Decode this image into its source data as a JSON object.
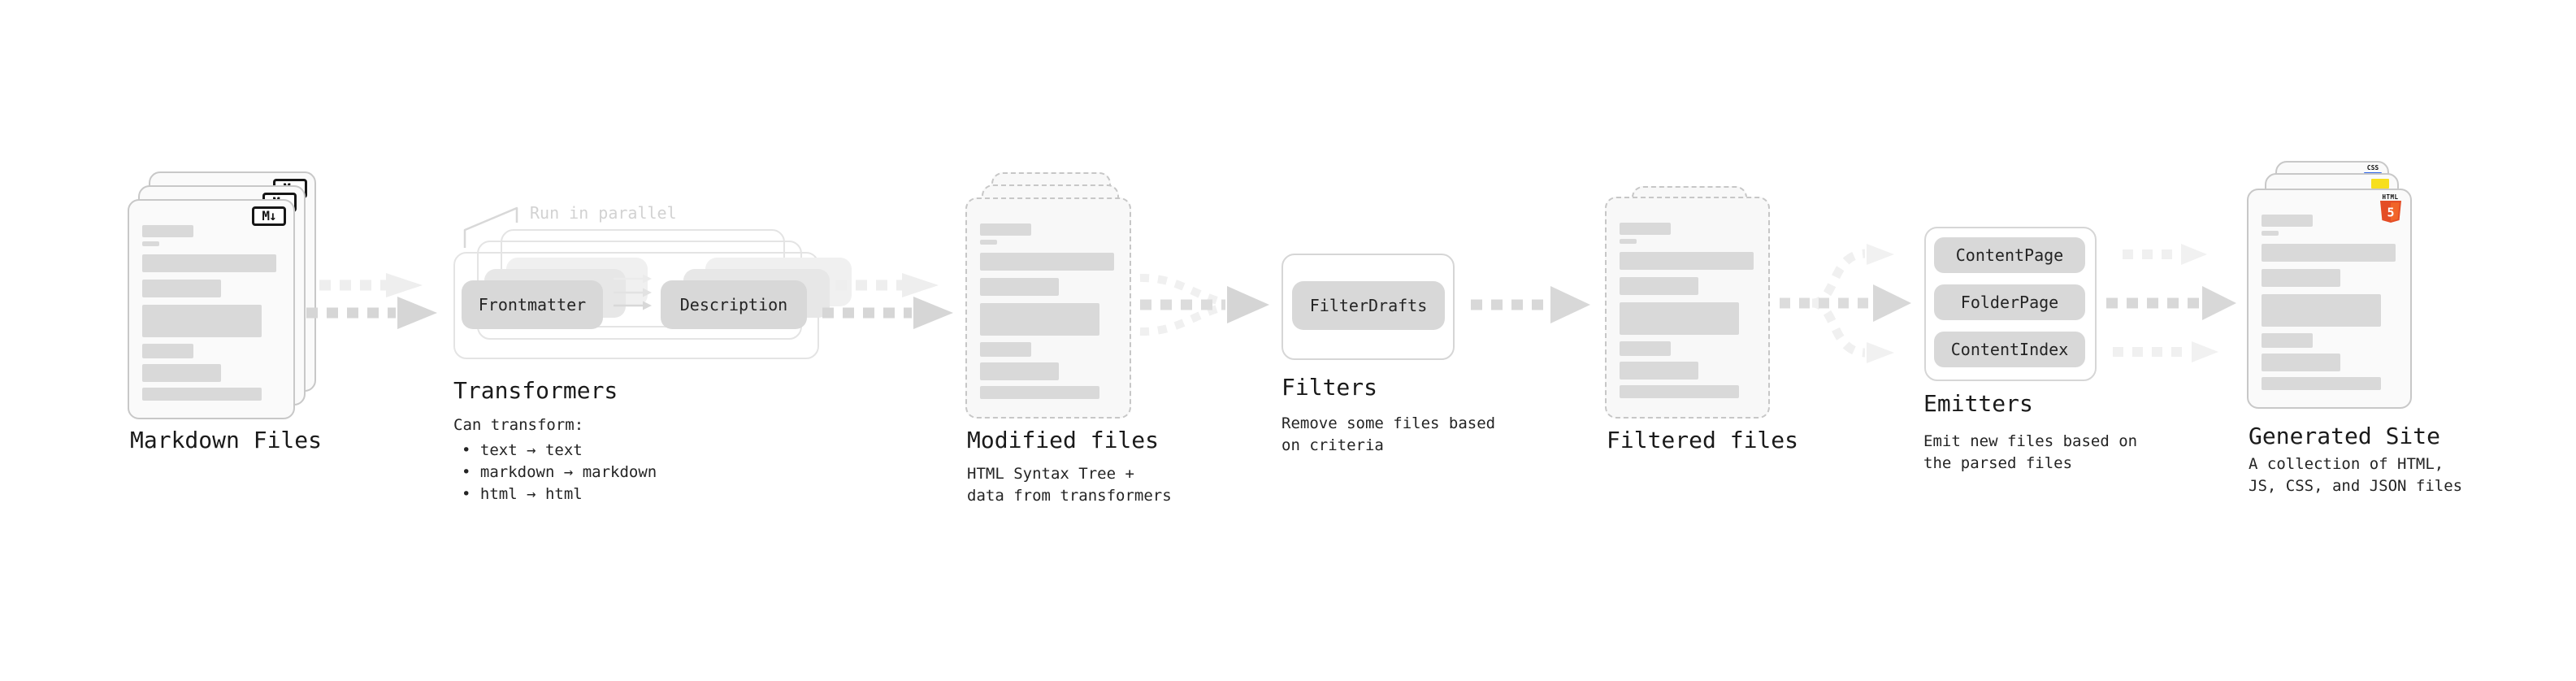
{
  "stages": {
    "markdown": {
      "label": "Markdown Files",
      "badge": "M↓"
    },
    "transformers": {
      "annotation": "Run in parallel",
      "pill_from": "Frontmatter",
      "pill_to": "Description",
      "heading": "Transformers",
      "body_title": "Can transform:",
      "bullets": [
        "• text → text",
        "• markdown → markdown",
        "• html → html"
      ]
    },
    "modified": {
      "label": "Modified files",
      "desc": [
        "HTML Syntax Tree +",
        "data from transformers"
      ]
    },
    "filters": {
      "heading": "Filters",
      "pill": "FilterDrafts",
      "desc": [
        "Remove some files based",
        "on criteria"
      ]
    },
    "filtered": {
      "label": "Filtered files"
    },
    "emitters": {
      "heading": "Emitters",
      "pills": [
        "ContentPage",
        "FolderPage",
        "ContentIndex"
      ],
      "desc": [
        "Emit new files based on",
        "the parsed files"
      ]
    },
    "generated": {
      "label": "Generated Site",
      "desc": [
        "A collection of HTML,",
        "JS, CSS, and JSON files"
      ],
      "badge_css": "CSS",
      "badge_html_word": "HTML",
      "badge_html_number": "5"
    }
  },
  "colors": {
    "html5_orange": "#e44d26",
    "html5_orange_light": "#f16529",
    "js_yellow": "#f7df1e",
    "css_blue": "#2c63e6",
    "arrow_dark": "#d6d6d6",
    "arrow_light": "#f0f0f0",
    "bar_gray": "#d9d9d9",
    "pill_gray": "#d8d8d8",
    "card_border": "#c8c8c8"
  }
}
